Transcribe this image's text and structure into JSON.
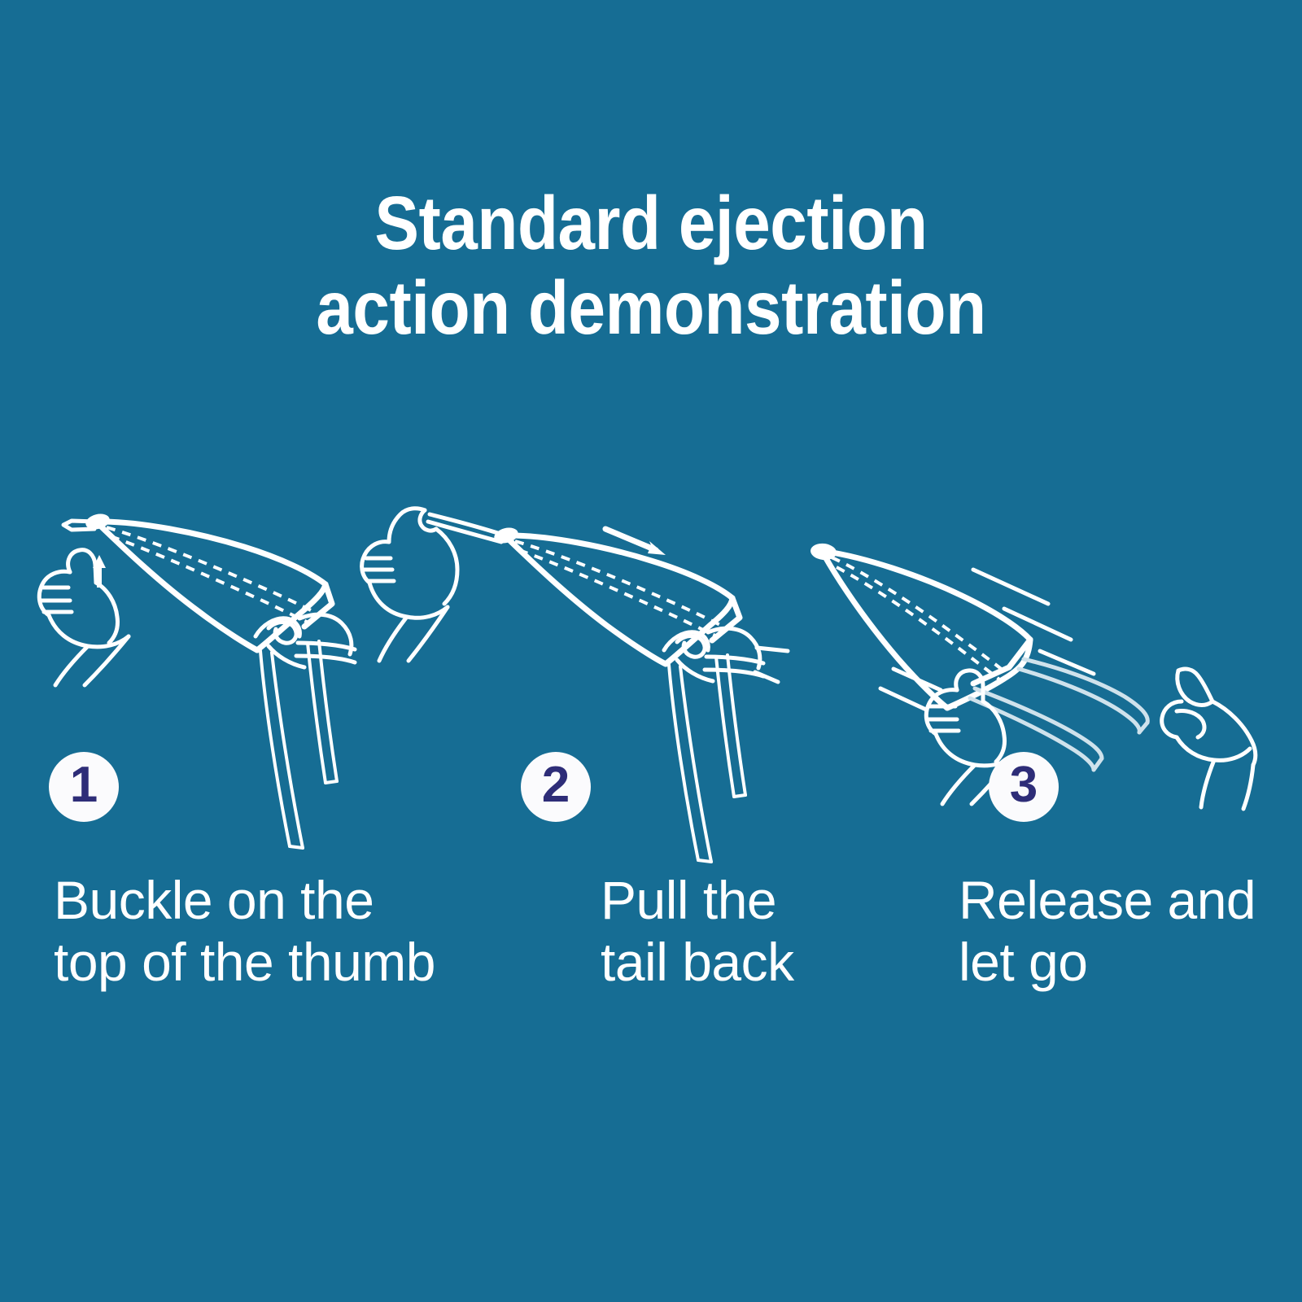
{
  "background_color": "#166d94",
  "ink_color": "#ffffff",
  "badge_fill_color": "#fbfbfd",
  "badge_number_color": "#2e2d78",
  "title": {
    "line1": "Standard ejection",
    "line2": "action demonstration"
  },
  "steps": [
    {
      "number": "1",
      "caption": "Buckle on the\ntop of the thumb",
      "illustration": "hand-with-slingshot-buckled-on-thumb",
      "arrow": "up-arrow"
    },
    {
      "number": "2",
      "caption": "Pull the\ntail back",
      "illustration": "hand-pulling-slingshot-tail-back",
      "arrow": "right-arrow"
    },
    {
      "number": "3",
      "caption": "Release and\nlet go",
      "illustration": "slingshot-flying-away-with-motion-lines",
      "arrow": "none"
    }
  ]
}
